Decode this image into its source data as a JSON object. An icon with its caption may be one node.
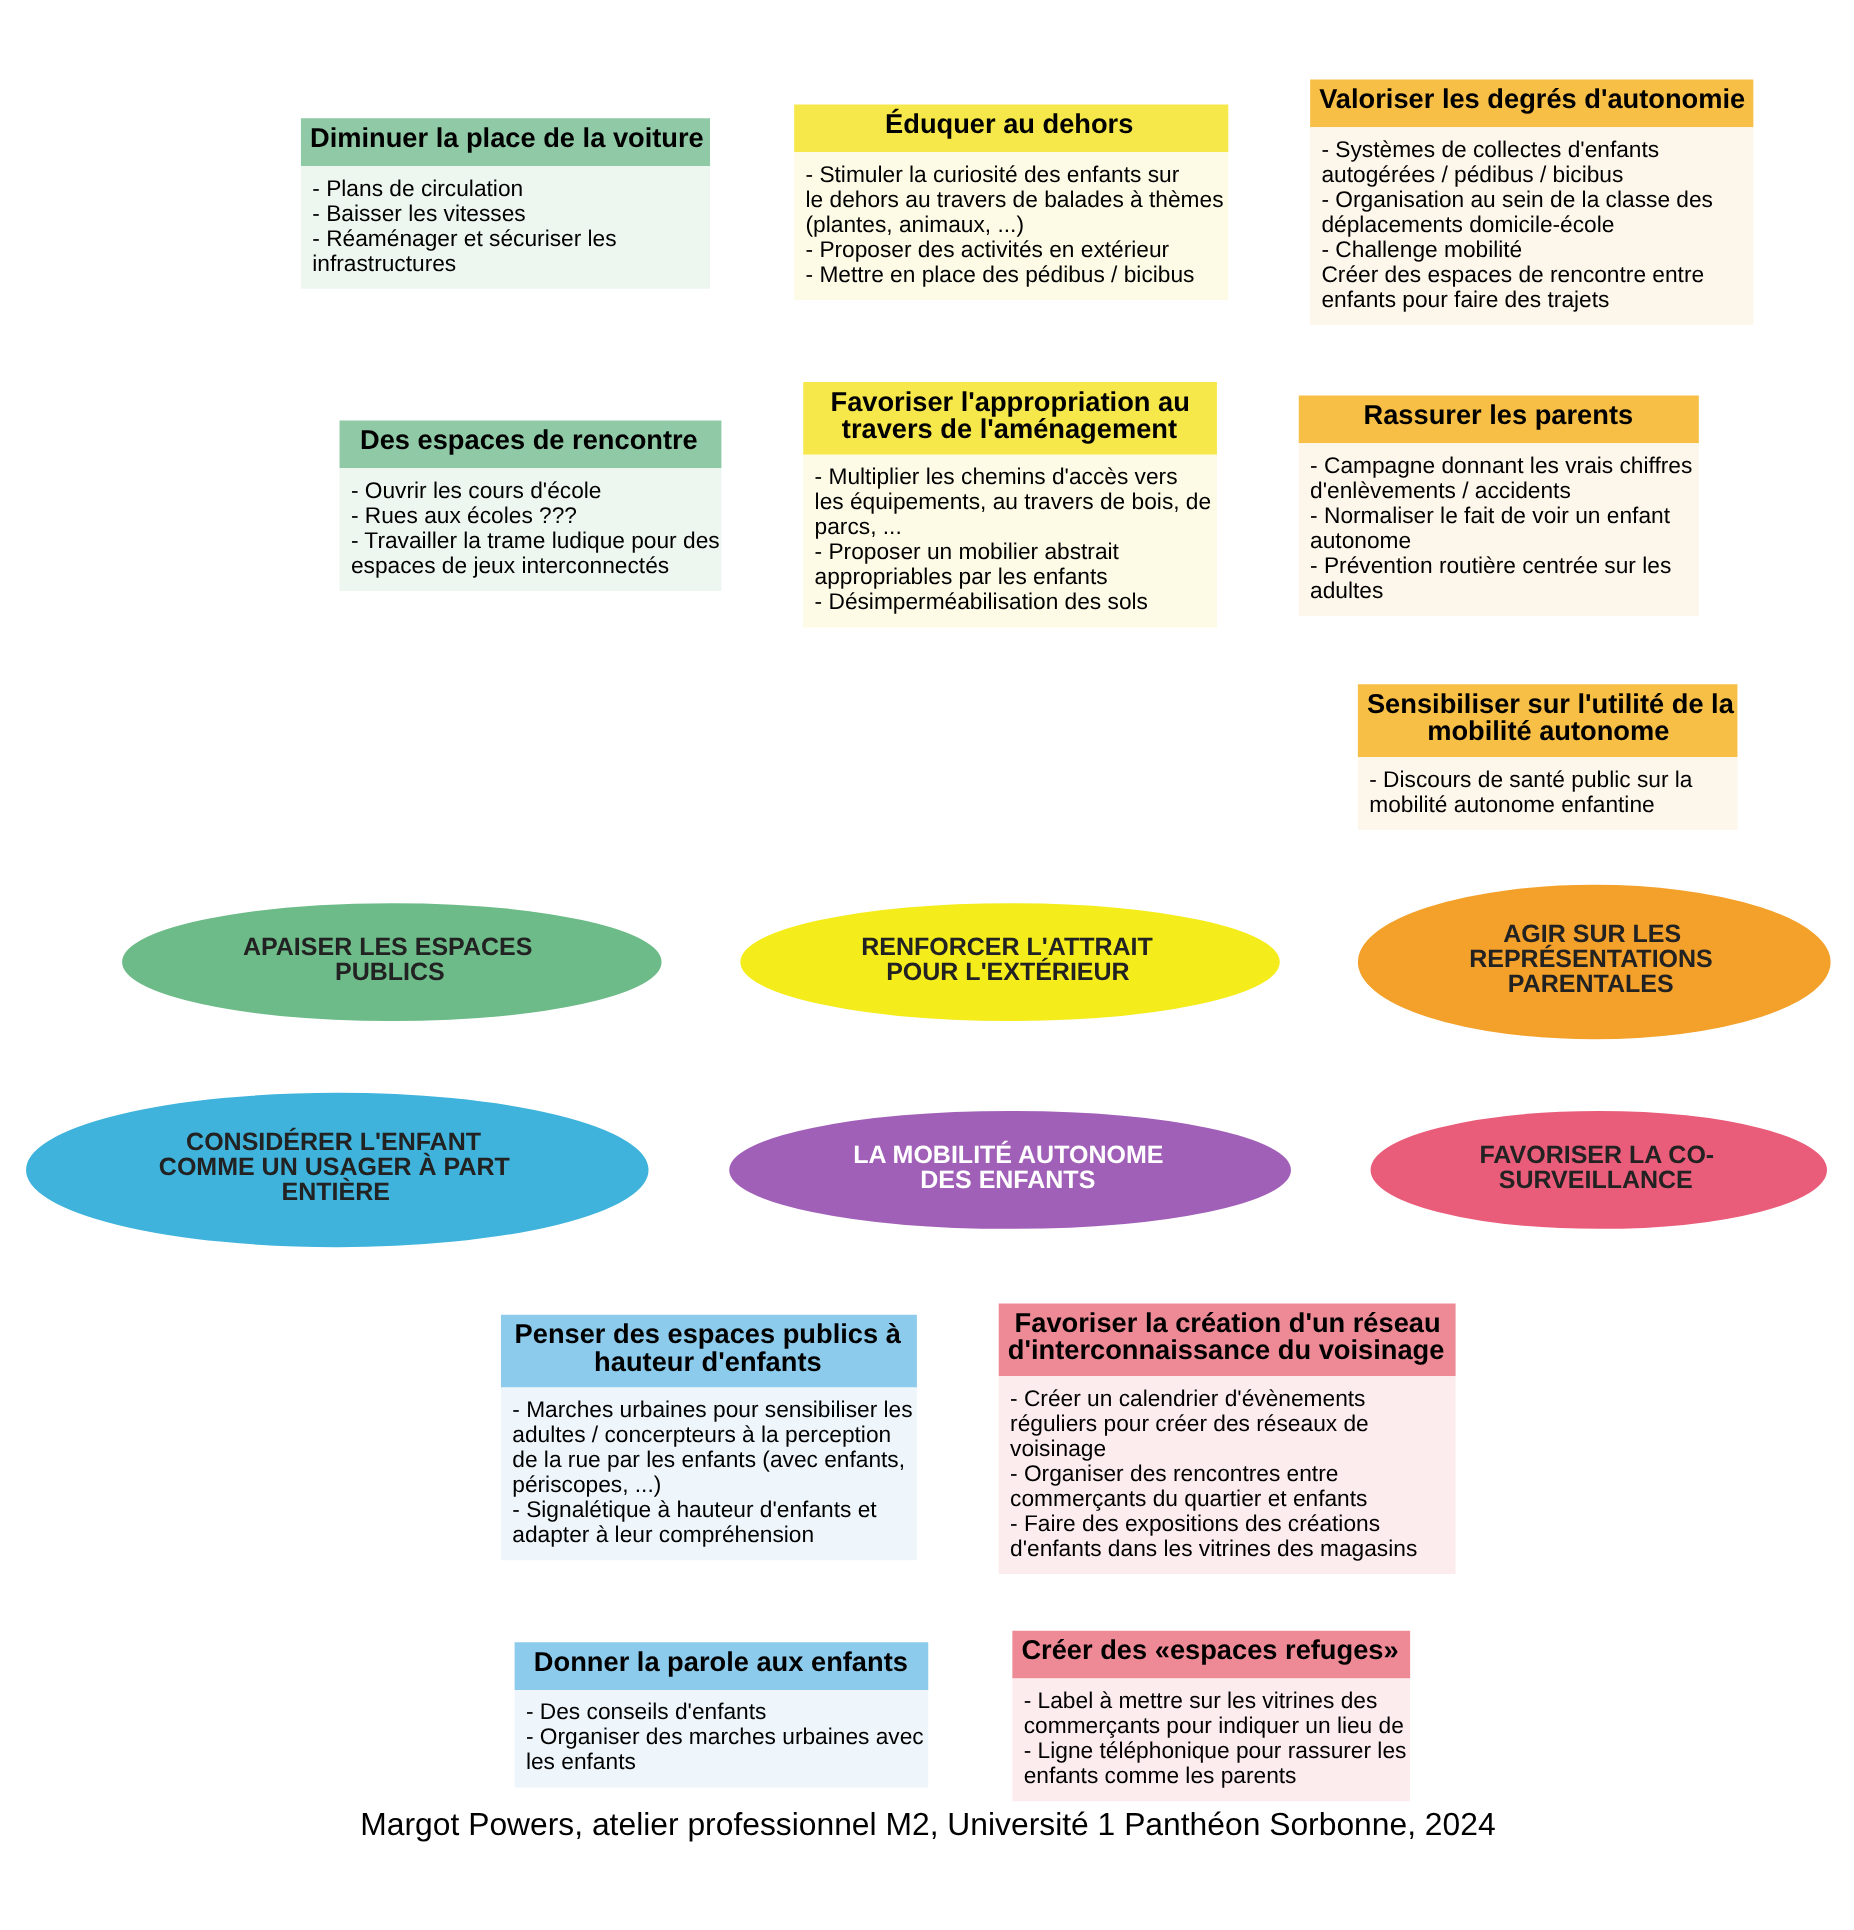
{
  "diagram": {
    "caption": "Margot Powers, atelier professionnel M2, Université 1 Panthéon Sorbonne, 2024",
    "nodes": [
      {
        "text": [
          "Éduquer au dehors",
          "- Stimuler la curiosité des enfants sur le dehors au travers de balades à thèmes (plantes, animaux, ...)",
          "- Proposer des activités en extérieur",
          "- Mettre en place des pédibus / bicibus"
        ]
      },
      {
        "text": [
          "Valoriser les degrés d'autonomie",
          "- Systèmes de collectes d'enfants autogérées / pédibus / bicibus",
          "- Organisation au sein de la classe des déplacements domicile-école",
          "- Challenge mobilité",
          "Créer des espaces de rencontre entre enfants pour faire des trajets"
        ]
      },
      {
        "text": [
          "Diminuer la place de la voiture",
          "- Plans de circulation",
          "- Baisser les vitesses",
          "- Réaménager et sécuriser les infrastructures"
        ]
      },
      {
        "text": [
          "Favoriser l'appropriation au travers de l'aménagement",
          "- Multiplier les chemins d'accès vers les équipements, au travers de bois, de parcs, ...",
          "- Proposer un mobilier abstrait appropriables par les enfants",
          "- Désimperméabilisation des sols"
        ]
      },
      {
        "text": [
          "Rassurer les parents",
          "- Campagne donnant les vrais chiffres d'enlèvements / accidents",
          "- Normaliser le fait de voir un enfant autonome",
          "- Prévention routière centrée sur les adultes"
        ]
      },
      {
        "text": [
          "Des espaces de rencontre",
          "- Ouvrir les cours d'école",
          "- Rues aux écoles ???",
          "- Travailler la trame ludique pour des espaces de jeux interconnectés"
        ]
      },
      {
        "text": [
          "Sensibiliser sur l'utilité de la mobilité autonome",
          "- Discours de santé public sur la mobilité autonome enfantine"
        ]
      },
      {
        "text": [
          "RENFORCER L'ATTRAIT POUR L'EXTÉRIEUR"
        ]
      },
      {
        "text": [
          "APAISER LES ESPACES PUBLICS"
        ]
      },
      {
        "text": [
          "AGIR SUR LES REPRÉSENTATIONS PARENTALES"
        ]
      },
      {
        "text": [
          "LA MOBILITÉ AUTONOME DES ENFANTS"
        ]
      },
      {
        "text": [
          "CONSIDÉRER L'ENFANT COMME UN USAGER À PART ENTIÈRE"
        ]
      },
      {
        "text": [
          "FAVORISER LA CO-SURVEILLANCE"
        ]
      },
      {
        "text": [
          "Penser des espaces publics à hauteur d'enfants",
          "- Marches urbaines pour sensibiliser les adultes / concerpteurs à la perception de la rue par les enfants (avec enfants, périscopes, ...)",
          "- Signalétique à hauteur d'enfants et adapter à leur compréhension"
        ]
      },
      {
        "text": [
          "Favoriser la création d'un réseau d'interconnaissance du voisinage",
          "- Créer un calendrier d'évènements réguliers pour créer des réseaux de voisinage",
          "- Organiser des rencontres entre commerçants du quartier et enfants",
          "- Faire des expositions des créations d'enfants dans les vitrines des magasins"
        ]
      },
      {
        "text": [
          "Donner la parole aux enfants",
          "- Des conseils d'enfants",
          "- Organiser des marches urbaines avec les enfants"
        ]
      },
      {
        "text": [
          "Créer des «espaces refuges»",
          "- Label à mettre sur les vitrines des commerçants pour indiquer un lieu de",
          "- Ligne téléphonique pour rassurer les enfants comme les parents"
        ]
      }
    ]
  }
}
